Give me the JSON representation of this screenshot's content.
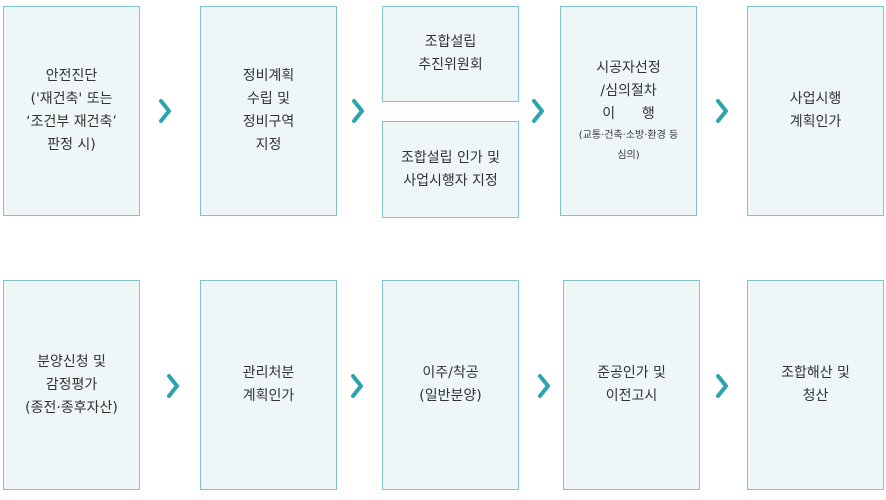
{
  "colors": {
    "box_fill": "#eef6f8",
    "box_border": "#7fc3cc",
    "arrow": "#2ea3b0",
    "text": "#333333"
  },
  "steps": {
    "s1": [
      "안전진단",
      "('재건축' 또는",
      "‘조건부 재건축’",
      "판정 시)"
    ],
    "s2": [
      "정비계획",
      "수립 및",
      "정비구역",
      "지정"
    ],
    "s3a": [
      "조합설립",
      "추진위원회"
    ],
    "s3b": [
      "조합설립 인가 및",
      "사업시행자 지정"
    ],
    "s4": [
      "시공자선정",
      "/심의절차",
      "이      행"
    ],
    "s4_note": [
      "(교통·건축·소방·환경 등",
      "심의)"
    ],
    "s5": [
      "사업시행",
      "계획인가"
    ],
    "s6": [
      "분양신청 및",
      "감정평가",
      "(종전·종후자산)"
    ],
    "s7": [
      "관리처분",
      "계획인가"
    ],
    "s8": [
      "이주/착공",
      "(일반분양)"
    ],
    "s9": [
      "준공인가 및",
      "이전고시"
    ],
    "s10": [
      "조합해산 및",
      "청산"
    ]
  },
  "arrow_icon": "chevron-right-icon"
}
